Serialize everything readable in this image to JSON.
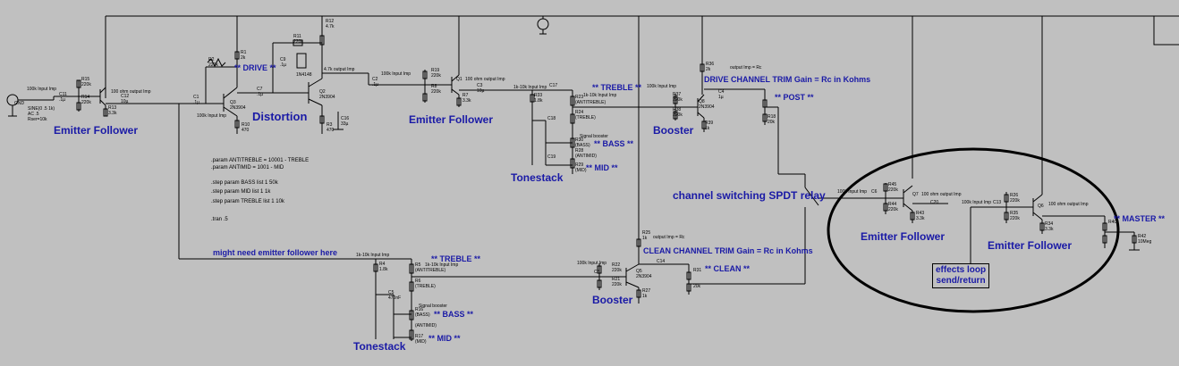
{
  "blocks": {
    "ef1": "Emitter Follower",
    "distortion": "Distortion",
    "ef2": "Emitter Follower",
    "tonestack1": "Tonestack",
    "booster1": "Booster",
    "ef3": "Emitter Follower",
    "ef4": "Emitter Follower",
    "tonestack2": "Tonestack",
    "booster2": "Booster"
  },
  "annotations": {
    "drive": "** DRIVE **",
    "treble1": "** TREBLE **",
    "bass1": "** BASS **",
    "mid1": "** MID **",
    "post": "** POST **",
    "drive_trim": "DRIVE CHANNEL TRIM Gain = Rc in Kohms",
    "switching": "channel switching SPDT relay",
    "emitter_note": "might need emitter follower here",
    "clean_trim": "CLEAN CHANNEL TRIM Gain = Rc in Kohms",
    "clean": "** CLEAN **",
    "treble2": "** TREBLE **",
    "bass2": "** BASS **",
    "mid2": "** MID **",
    "master": "** MASTER **",
    "effects_line1": "effects loop",
    "effects_line2": "send/return"
  },
  "commands": {
    "p1": ".param ANTITREBLE = 10001 - TREBLE",
    "p2": ".param ANTIMID = 1001 - MID",
    "s1": ".step param BASS list 1 50k",
    "s2": ".step param MID list 1 1k",
    "s3": ".step param TREBLE list 1 10k",
    "tran": ".tran .5"
  },
  "source": {
    "l1": "SINE(0 .5 1k)",
    "l2": "AC .5",
    "l3": "Rser=10k",
    "gnd": "GND"
  },
  "small_labels": {
    "in100k_1": "100k Input Imp",
    "out100_1": "100 ohm output Imp",
    "in100k_2": "100k Input Imp",
    "in47k": "4.7k output Imp",
    "in100k_3": "100k Input Imp",
    "out100_2": "100 ohm output Imp",
    "in1k10k_1": "1k-10k Input Imp",
    "in1k10k_1b": "1k-10k Input Imp",
    "signal_boost1": "Signal booster",
    "in100k_4": "100k Input Imp",
    "out_rc1": "output Imp = Rc",
    "in100k_5": "100k Input Imp",
    "out100_3": "100 ohm output Imp",
    "in100k_6": "100k Input Imp",
    "out100_4": "100 ohm output Imp",
    "in1k10k_2": "1k-10k Input Imp",
    "in1k10k_2b": "1k-10k Input Imp",
    "signal_boost2": "Signal booster",
    "out_rc2": "output Imp = Rc",
    "in100k_7": "100k Input Imp"
  },
  "parts": {
    "r12": "R12",
    "r12v": "4.7k",
    "r11": "R11",
    "r11v": "220k",
    "r1": "R1",
    "r1v": "2k",
    "r2": "R2",
    "r2v": "220k",
    "r3": "R3",
    "r3v": "470",
    "r10": "R10",
    "r10v": "470",
    "q1": "Q1",
    "q2": "Q2",
    "q3": "Q3",
    "q2n": "2N3904",
    "q3n": "2N3904",
    "c1": "C1",
    "c1v": ".1µ",
    "c7": "C7",
    "c7v": ".1µ",
    "c9": "C9",
    "c9v": ".1µ",
    "c16": "C16",
    "c16v": "33µ",
    "d": "1N4148",
    "r19": "R19",
    "r19v": "220k",
    "r8": "R8",
    "r8v": "220k",
    "r7": "R7",
    "r7v": "3.3k",
    "r14": "R14",
    "r14v": "220k",
    "r15": "R15",
    "r15v": "220k",
    "r13": "R13",
    "r13v": "3.3k",
    "c11": "C11",
    "c11v": ".1µ",
    "c12": "C12",
    "c12v": "10µ",
    "c3": "C3",
    "c3v": "10µ",
    "r33": "R33",
    "r33v": "1.8k",
    "r23": "R23",
    "r23v": "(ANTITREBLE)",
    "r24": "R24",
    "r24v": "(TREBLE)",
    "c17": "C17",
    "c18": "C18",
    "c19": "C19",
    "r30": "R30",
    "r30v": "(BASS)",
    "r28": "R28",
    "r28v": "(ANTIMID)",
    "r29": "R29",
    "r29v": "(MID)",
    "r36": "R36",
    "r36v": "2k",
    "r37": "R37",
    "r37v": "220k",
    "r38": "R38",
    "r38v": "220k",
    "r39": "R39",
    "r39v": "1k",
    "q8": "Q8",
    "q8n": "2N3904",
    "c4": "C4",
    "c4v": "1µ",
    "r18": "R18",
    "r18v": "20k",
    "c6": "C6",
    "c20": "C20",
    "r45": "R45",
    "r45v": "220k",
    "r44": "R44",
    "r44v": "220k",
    "r43": "R43",
    "r43v": "3.3k",
    "q7": "Q7",
    "c13": "C13",
    "r26": "R26",
    "r26v": "220k",
    "r35": "R35",
    "r35v": "220k",
    "r34": "R34",
    "r34v": "3.3k",
    "q6": "Q6",
    "r40": "R40",
    "r42": "R42",
    "r42v": "10Meg",
    "r25": "R25",
    "r25v": "1k",
    "r22": "R22",
    "r22v": "220k",
    "r21": "R21",
    "r21v": "220k",
    "r27": "R27",
    "r27v": "1k",
    "q5": "Q5",
    "q5n": "2N3904",
    "c14": "C14",
    "r31": "R31",
    "r31v": "20k",
    "r4": "R4",
    "r4v": "1.8k",
    "r5": "R5",
    "r5v": "(ANTITREBLE)",
    "r6": "R6",
    "r6v": "(TREBLE)",
    "c5": "C5",
    "c5v": "470nF",
    "r16": "R16",
    "r16v": "(BASS)",
    "r16b": "(ANTIMID)",
    "r17": "R17",
    "r17v": "(MID)",
    "c8": "C8",
    "c2": "C2",
    "c2v": ".1µ"
  }
}
